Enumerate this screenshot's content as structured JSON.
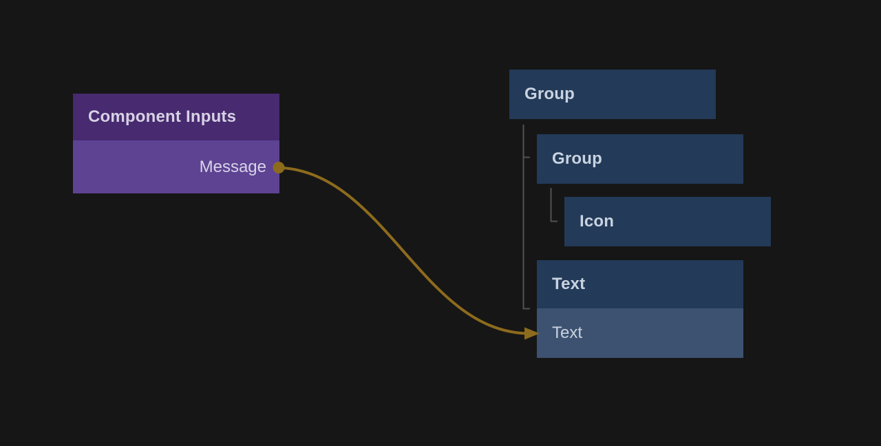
{
  "canvas": {
    "background": "#161616"
  },
  "component_inputs": {
    "title": "Component Inputs",
    "outputs": [
      {
        "label": "Message"
      }
    ],
    "colors": {
      "header": "#472a6f",
      "row": "#5d4392",
      "title_text": "#d7d1e4",
      "row_text": "#d9d3e8"
    }
  },
  "layers": {
    "items": [
      {
        "label": "Group",
        "depth": 0
      },
      {
        "label": "Group",
        "depth": 1
      },
      {
        "label": "Icon",
        "depth": 2
      },
      {
        "label": "Text",
        "depth": 1,
        "property": {
          "label": "Text",
          "connected": true
        }
      }
    ],
    "colors": {
      "node": "#233a58",
      "highlight_row": "#3d5270",
      "label_text": "#c9d3e0",
      "tree_line": "#515151"
    }
  },
  "connection": {
    "from_label": "Message",
    "to_label": "Text",
    "color": "#8d6b1d"
  }
}
